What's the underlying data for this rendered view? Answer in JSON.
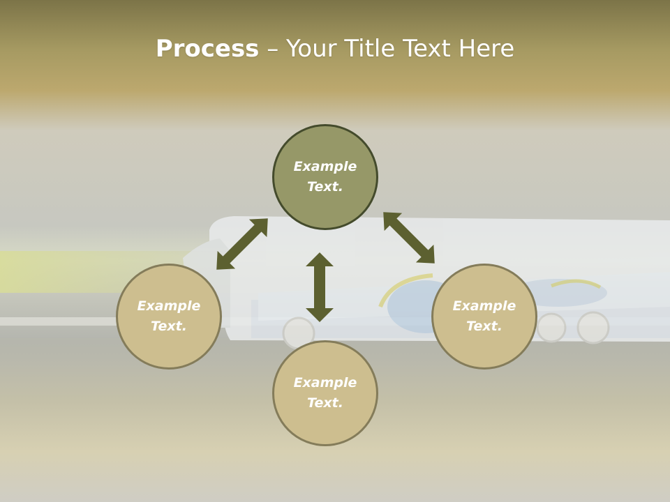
{
  "slide": {
    "title_bold": "Process",
    "title_rest": " – Your Title Text Here"
  },
  "nodes": {
    "top": "Example Text.",
    "left": "Example Text.",
    "right": "Example Text.",
    "bottom": "Example Text."
  },
  "colors": {
    "header_band": "#8a8050",
    "center_circle": "#969868",
    "outer_circle": "#cdbe8f",
    "arrow": "#5c6030"
  }
}
